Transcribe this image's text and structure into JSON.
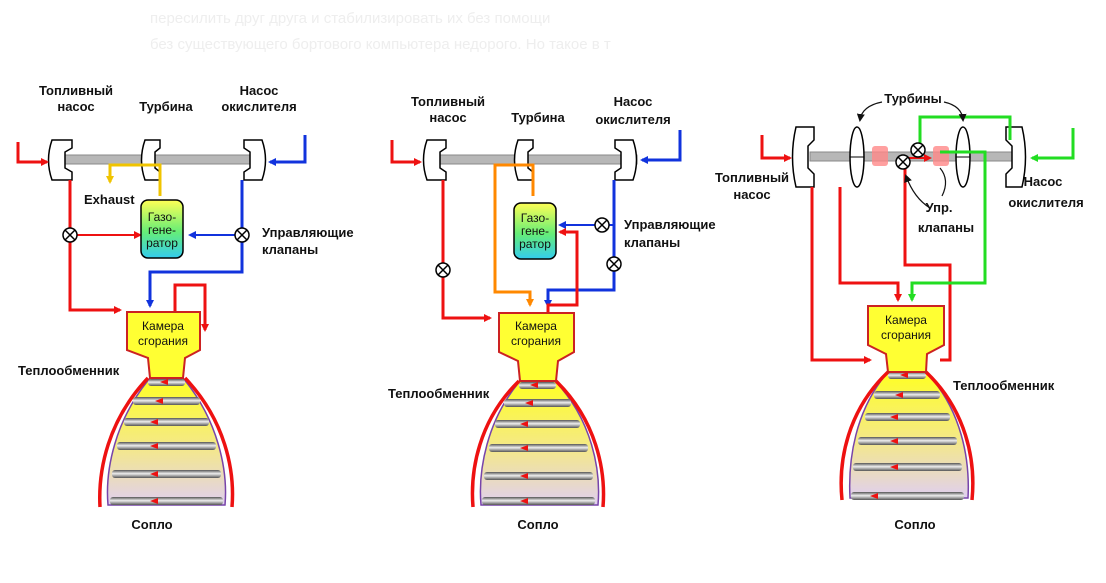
{
  "background_text": [
    "",
    "пересилить друг друга и стабилизировать их без помощи",
    "без существующего бортового компьютера недорого. Но такое в т"
  ],
  "colors": {
    "fuel": "#ee1111",
    "oxidizer": "#1133dd",
    "hot_gas": "#ff8800",
    "exhaust": "#f0c400",
    "regen": "#22dd22",
    "chamber": "#ffff33",
    "shaft": "#b0b0b0"
  },
  "diagrams": [
    {
      "fuel_pump": "Топливный насос",
      "fuel_pump_l1": "Топливный",
      "fuel_pump_l2": "насос",
      "turbine": "Турбина",
      "ox_pump_l1": "Насос",
      "ox_pump_l2": "окислителя",
      "exhaust": "Exhaust",
      "gg_l1": "Газо-",
      "gg_l2": "гене-",
      "gg_l3": "ратор",
      "valves_l1": "Управляющие",
      "valves_l2": "клапаны",
      "chamber_l1": "Камера",
      "chamber_l2": "сгорания",
      "heat_exchanger": "Теплообменник",
      "nozzle": "Сопло"
    },
    {
      "fuel_pump_l1": "Топливный",
      "fuel_pump_l2": "насос",
      "turbine": "Турбина",
      "ox_pump_l1": "Насос",
      "ox_pump_l2": "окислителя",
      "gg_l1": "Газо-",
      "gg_l2": "гене-",
      "gg_l3": "ратор",
      "valves_l1": "Управляющие",
      "valves_l2": "клапаны",
      "chamber_l1": "Камера",
      "chamber_l2": "сгорания",
      "heat_exchanger": "Теплообменник",
      "nozzle": "Сопло"
    },
    {
      "turbines": "Турбины",
      "fuel_pump_l1": "Топливный",
      "fuel_pump_l2": "насос",
      "ox_pump_l1": "Насос",
      "ox_pump_l2": "окислителя",
      "valves_l1": "Упр.",
      "valves_l2": "клапаны",
      "chamber_l1": "Камера",
      "chamber_l2": "сгорания",
      "heat_exchanger": "Теплообменник",
      "nozzle": "Сопло"
    }
  ]
}
